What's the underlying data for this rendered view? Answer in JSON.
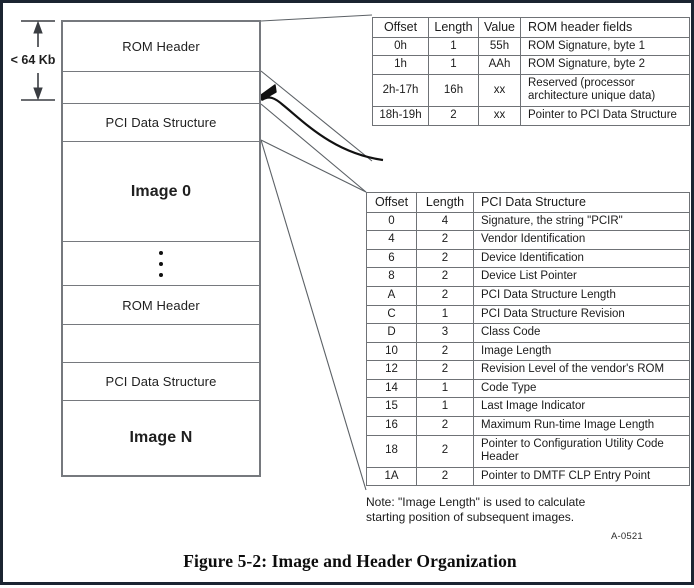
{
  "figure": {
    "caption": "Figure 5-2:  Image and Header Organization",
    "doc_id": "A-0521"
  },
  "memory_map": {
    "dimension_label": "< 64 Kb",
    "rows": [
      {
        "label": "ROM Header",
        "style": "normal"
      },
      {
        "label": "",
        "style": "blank"
      },
      {
        "label": "PCI Data Structure",
        "style": "normal"
      },
      {
        "label": "Image 0",
        "style": "bold"
      },
      {
        "label": "",
        "style": "dots"
      },
      {
        "label": "ROM Header",
        "style": "normal"
      },
      {
        "label": "",
        "style": "blank"
      },
      {
        "label": "PCI Data Structure",
        "style": "normal"
      },
      {
        "label": "Image N",
        "style": "bold"
      }
    ]
  },
  "rom_header_table": {
    "headers": [
      "Offset",
      "Length",
      "Value",
      "ROM header fields"
    ],
    "rows": [
      {
        "offset": "0h",
        "length": "1",
        "value": "55h",
        "desc": "ROM Signature, byte 1"
      },
      {
        "offset": "1h",
        "length": "1",
        "value": "AAh",
        "desc": "ROM Signature, byte 2"
      },
      {
        "offset": "2h-17h",
        "length": "16h",
        "value": "xx",
        "desc": "Reserved (processor architecture unique data)"
      },
      {
        "offset": "18h-19h",
        "length": "2",
        "value": "xx",
        "desc": "Pointer to PCI Data Structure"
      }
    ]
  },
  "pci_data_structure_table": {
    "headers": [
      "Offset",
      "Length",
      "PCI Data Structure"
    ],
    "rows": [
      {
        "offset": "0",
        "length": "4",
        "desc": "Signature, the string \"PCIR\""
      },
      {
        "offset": "4",
        "length": "2",
        "desc": "Vendor Identification"
      },
      {
        "offset": "6",
        "length": "2",
        "desc": "Device Identification"
      },
      {
        "offset": "8",
        "length": "2",
        "desc": "Device List Pointer"
      },
      {
        "offset": "A",
        "length": "2",
        "desc": "PCI Data Structure Length"
      },
      {
        "offset": "C",
        "length": "1",
        "desc": "PCI Data Structure Revision"
      },
      {
        "offset": "D",
        "length": "3",
        "desc": "Class Code"
      },
      {
        "offset": "10",
        "length": "2",
        "desc": "Image Length"
      },
      {
        "offset": "12",
        "length": "2",
        "desc": "Revision Level of the vendor's ROM"
      },
      {
        "offset": "14",
        "length": "1",
        "desc": "Code Type"
      },
      {
        "offset": "15",
        "length": "1",
        "desc": "Last Image Indicator"
      },
      {
        "offset": "16",
        "length": "2",
        "desc": "Maximum Run-time Image Length"
      },
      {
        "offset": "18",
        "length": "2",
        "desc": "Pointer to Configuration Utility Code Header"
      },
      {
        "offset": "1A",
        "length": "2",
        "desc": "Pointer to DMTF CLP Entry Point"
      }
    ]
  },
  "note": {
    "line1": "Note:  \"Image Length\" is used to calculate",
    "line2": "starting position of subsequent images."
  },
  "colors": {
    "page_border": "#1b2431",
    "box_stroke": "#76797e",
    "table_stroke": "#6f7276",
    "leader_line": "#555a5f",
    "arrow": "#111111",
    "text": "#1b1b1b",
    "background": "#ffffff"
  }
}
